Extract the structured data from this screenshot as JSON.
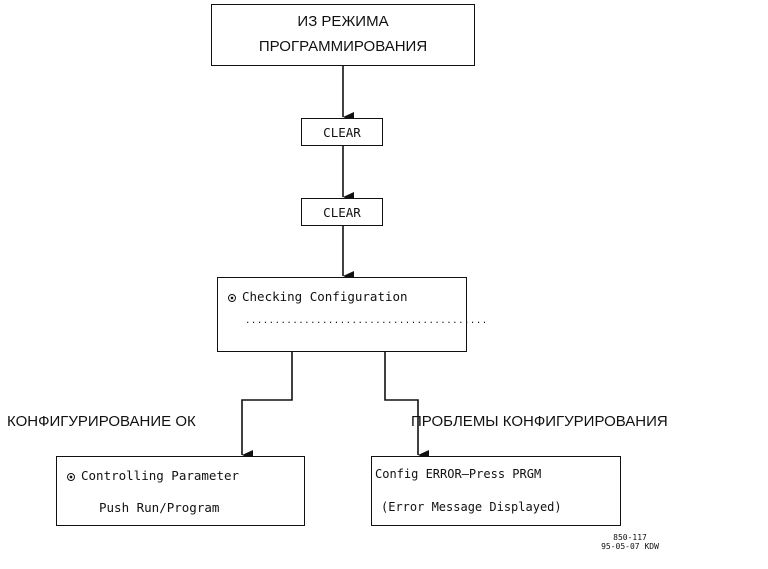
{
  "nodes": {
    "start": {
      "line1": "ИЗ РЕЖИМА",
      "line2": "ПРОГРАММИРОВАНИЯ"
    },
    "clear1": {
      "label": "CLEAR"
    },
    "clear2": {
      "label": "CLEAR"
    },
    "check": {
      "label": "Checking Configuration",
      "dots": "........................................."
    },
    "ok_box": {
      "line1": "Controlling Parameter",
      "line2": "Push Run/Program"
    },
    "err_box": {
      "line1": "Config ERROR—Press PRGM",
      "line2": "(Error Message Displayed)"
    }
  },
  "branches": {
    "left_label": "КОНФИГУРИРОВАНИЕ ОК",
    "right_label": "ПРОБЛЕМЫ КОНФИГУРИРОВАНИЯ"
  },
  "footer": {
    "code": "850-117",
    "date": "95-05-07 KDW"
  }
}
